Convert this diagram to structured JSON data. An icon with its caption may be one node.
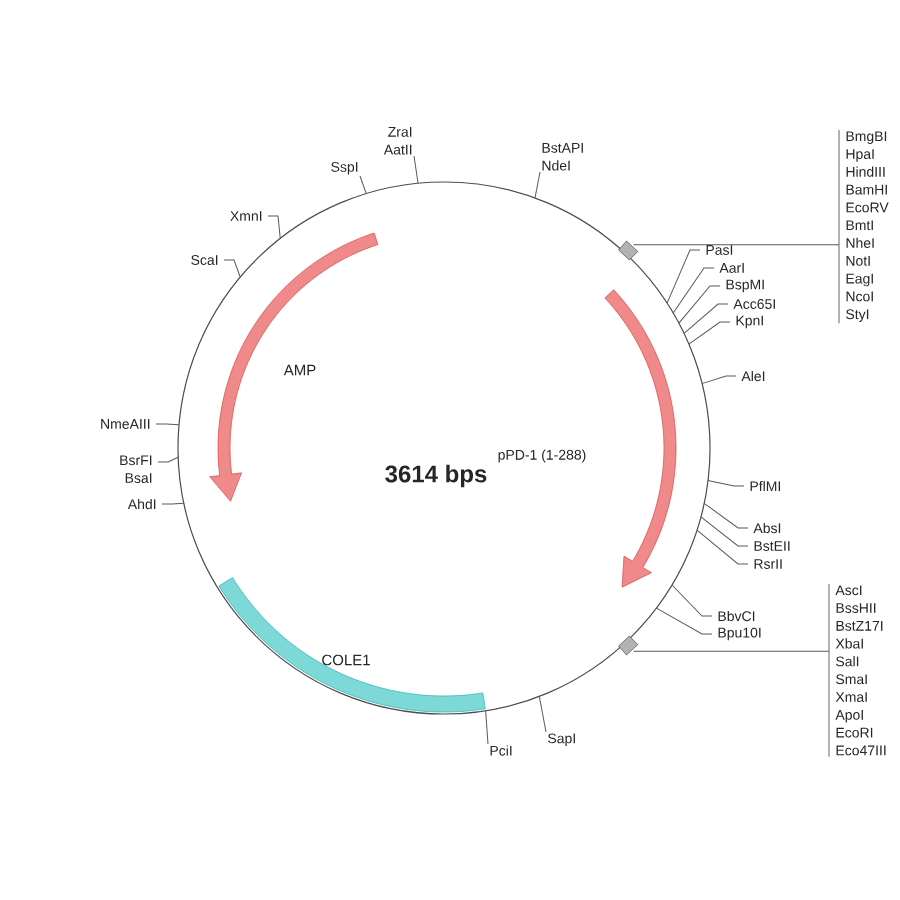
{
  "diagram": {
    "nodes": [
      {
        "text": [
          "ZraI",
          "AatII"
        ]
      },
      {
        "text": [
          "SspI"
        ]
      },
      {
        "text": [
          "BstAPI",
          "NdeI"
        ]
      },
      {
        "text": [
          "XmnI"
        ]
      },
      {
        "text": [
          "ScaI"
        ]
      },
      {
        "text": [
          "NmeAIII"
        ]
      },
      {
        "text": [
          "BsrFI",
          "BsaI"
        ]
      },
      {
        "text": [
          "AhdI"
        ]
      },
      {
        "text": [
          "PciI"
        ]
      },
      {
        "text": [
          "SapI"
        ]
      },
      {
        "text": [
          "BbvCI"
        ]
      },
      {
        "text": [
          "Bpu10I"
        ]
      },
      {
        "text": [
          "AscI",
          "BssHII",
          "BstZ17I",
          "XbaI",
          "SalI",
          "SmaI",
          "XmaI",
          "ApoI",
          "EcoRI",
          "Eco47III"
        ]
      },
      {
        "text": [
          "AbsI"
        ]
      },
      {
        "text": [
          "BstEII"
        ]
      },
      {
        "text": [
          "RsrII"
        ]
      },
      {
        "text": [
          "PflMI"
        ]
      },
      {
        "text": [
          "AleI"
        ]
      },
      {
        "text": [
          "KpnI"
        ]
      },
      {
        "text": [
          "Acc65I"
        ]
      },
      {
        "text": [
          "BspMI"
        ]
      },
      {
        "text": [
          "AarI"
        ]
      },
      {
        "text": [
          "PasI"
        ]
      },
      {
        "text": [
          "BmgBI",
          "HpaI",
          "HindIII",
          "BamHI",
          "EcoRV",
          "BmtI",
          "NheI",
          "NotI",
          "EagI",
          "NcoI",
          "StyI"
        ]
      }
    ],
    "edges": [
      {
        "from": 0,
        "to": null,
        "arrow": "none"
      },
      {
        "from": 1,
        "to": null,
        "arrow": "none"
      },
      {
        "from": 2,
        "to": null,
        "arrow": "none"
      },
      {
        "from": 3,
        "to": null,
        "arrow": "none"
      },
      {
        "from": 4,
        "to": null,
        "arrow": "none"
      },
      {
        "from": 5,
        "to": null,
        "arrow": "none"
      },
      {
        "from": 6,
        "to": null,
        "arrow": "none"
      },
      {
        "from": 7,
        "to": null,
        "arrow": "none"
      },
      {
        "from": 8,
        "to": null,
        "arrow": "none"
      },
      {
        "from": 9,
        "to": null,
        "arrow": "none"
      },
      {
        "from": 10,
        "to": null,
        "arrow": "none"
      },
      {
        "from": 11,
        "to": null,
        "arrow": "none"
      },
      {
        "from": 12,
        "to": null,
        "arrow": "none"
      },
      {
        "from": 13,
        "to": null,
        "arrow": "none"
      },
      {
        "from": 14,
        "to": null,
        "arrow": "none"
      },
      {
        "from": 15,
        "to": null,
        "arrow": "none"
      },
      {
        "from": 16,
        "to": null,
        "arrow": "none"
      },
      {
        "from": 17,
        "to": null,
        "arrow": "none"
      },
      {
        "from": 18,
        "to": null,
        "arrow": "none"
      },
      {
        "from": 19,
        "to": null,
        "arrow": "none"
      },
      {
        "from": 20,
        "to": null,
        "arrow": "none"
      },
      {
        "from": 21,
        "to": null,
        "arrow": "none"
      },
      {
        "from": 22,
        "to": null,
        "arrow": "none"
      },
      {
        "from": 23,
        "to": null,
        "arrow": "none"
      }
    ],
    "labels": [
      "AMP",
      "pPD-1 (1-288)",
      "COLE1",
      "3614 bps"
    ]
  }
}
